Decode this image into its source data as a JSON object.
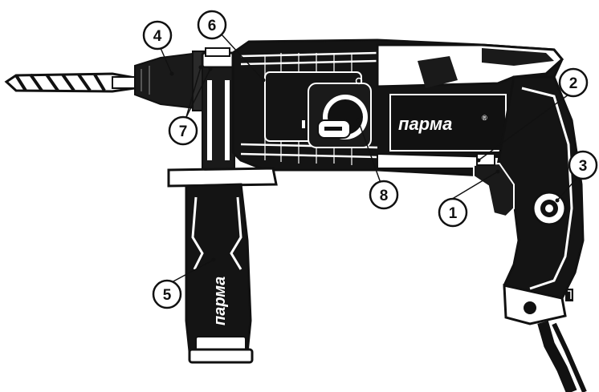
{
  "diagram": {
    "brand_body": "парма",
    "brand_handle": "парма",
    "brand_mark": "®",
    "callouts": [
      {
        "id": "1",
        "label": "1"
      },
      {
        "id": "2",
        "label": "2"
      },
      {
        "id": "3",
        "label": "3"
      },
      {
        "id": "4",
        "label": "4"
      },
      {
        "id": "5",
        "label": "5"
      },
      {
        "id": "6",
        "label": "6"
      },
      {
        "id": "7",
        "label": "7"
      },
      {
        "id": "8",
        "label": "8"
      }
    ]
  },
  "colors": {
    "ink": "#111111",
    "paper": "#ffffff",
    "mid": "#8a8a8a"
  }
}
